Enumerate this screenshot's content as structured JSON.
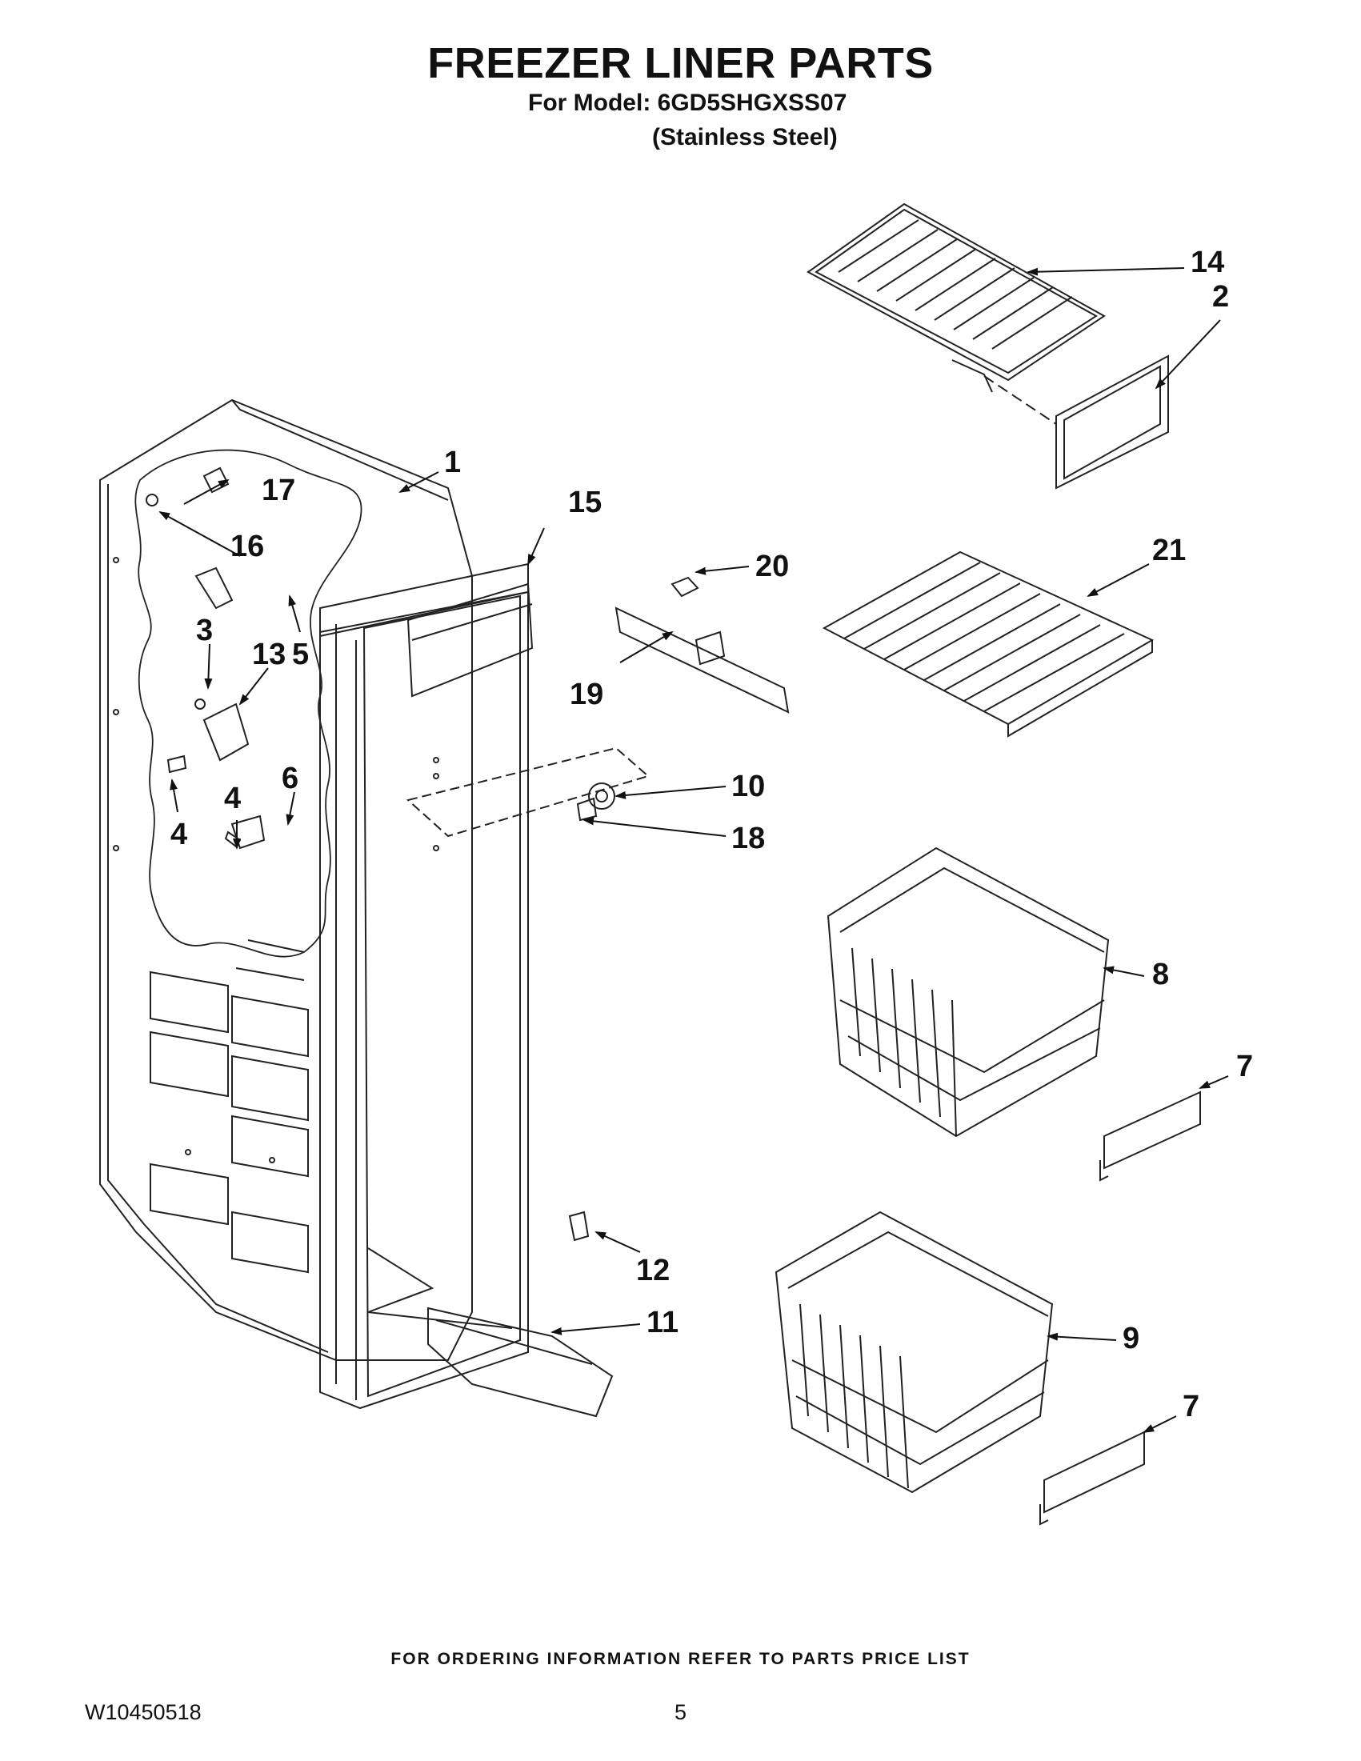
{
  "header": {
    "title": "FREEZER LINER PARTS",
    "model_line": "For Model: 6GD5SHGXSS07",
    "variant_line": "(Stainless Steel)"
  },
  "callouts": {
    "c1": "1",
    "c2": "2",
    "c3": "3",
    "c4a": "4",
    "c4b": "4",
    "c5": "5",
    "c6": "6",
    "c7a": "7",
    "c7b": "7",
    "c8": "8",
    "c9": "9",
    "c10": "10",
    "c11": "11",
    "c12": "12",
    "c13": "13",
    "c14": "14",
    "c15": "15",
    "c16": "16",
    "c17": "17",
    "c18": "18",
    "c19": "19",
    "c20": "20",
    "c21": "21"
  },
  "footer": {
    "ordering_note": "FOR ORDERING INFORMATION REFER TO PARTS PRICE LIST",
    "document_number": "W10450518",
    "page_number": "5"
  }
}
